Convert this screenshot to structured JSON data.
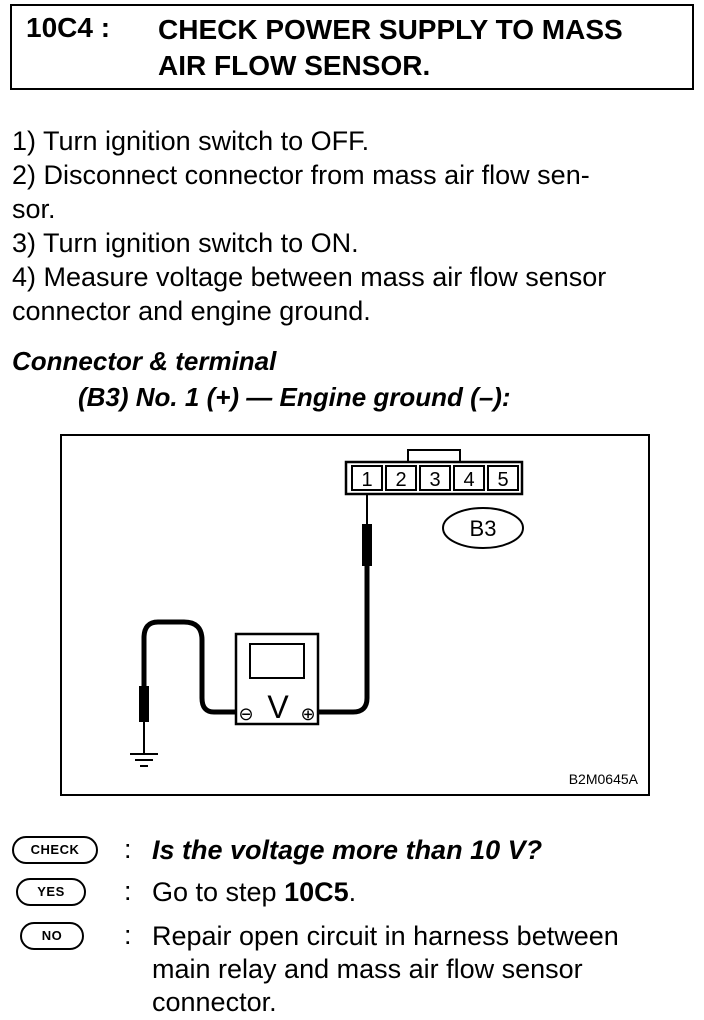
{
  "header": {
    "step_id": "10C4 :",
    "title_line1": "CHECK POWER SUPPLY TO MASS",
    "title_line2": "AIR FLOW SENSOR."
  },
  "steps": [
    "1)  Turn ignition switch to OFF.",
    "2)  Disconnect connector from mass air flow sen-",
    "sor.",
    "3)  Turn ignition switch to ON.",
    "4)  Measure voltage between mass air flow sensor",
    "connector and engine ground."
  ],
  "connector": {
    "label": "Connector & terminal",
    "spec": "(B3) No. 1 (+) — Engine ground (–):"
  },
  "diagram": {
    "terminals": [
      "1",
      "2",
      "3",
      "4",
      "5"
    ],
    "connector_id": "B3",
    "meter_symbol": "V",
    "minus_symbol": "⊖",
    "plus_symbol": "⊕",
    "figure_code": "B2M0645A"
  },
  "qa": {
    "check": {
      "badge": "CHECK",
      "colon": ":",
      "text": "Is the voltage more than 10 V?"
    },
    "yes": {
      "badge": "YES",
      "colon": ":",
      "text_prefix": "Go to step ",
      "text_bold": "10C5",
      "text_suffix": "."
    },
    "no": {
      "badge": "NO",
      "colon": ":",
      "lines": [
        "Repair open circuit in harness between",
        "main relay and mass air flow sensor",
        "connector."
      ]
    }
  }
}
